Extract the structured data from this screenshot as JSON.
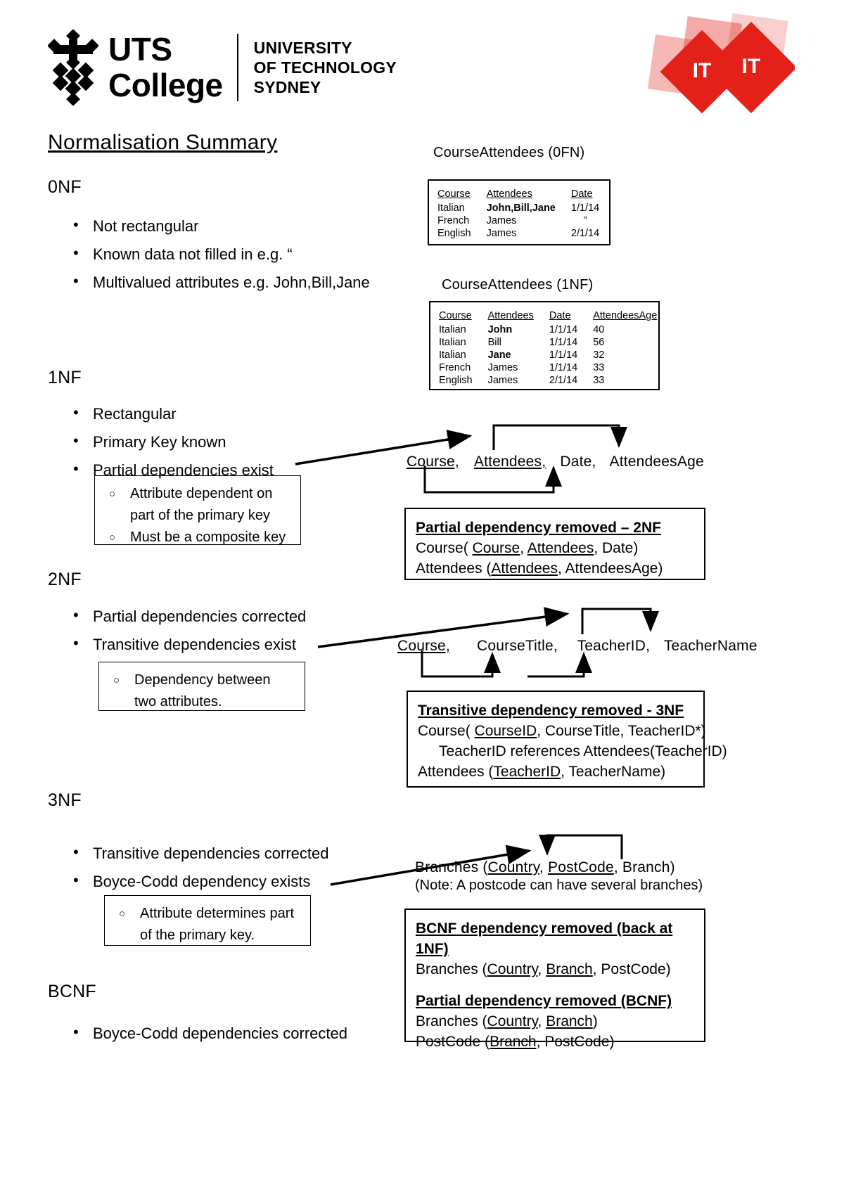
{
  "header": {
    "brand_line1": "UTS",
    "brand_line2": "College",
    "sub_line1": "UNIVERSITY",
    "sub_line2": "OF TECHNOLOGY",
    "sub_line3": "SYDNEY",
    "it_badge_1": "IT",
    "it_badge_2": "IT",
    "accent_color": "#E32119"
  },
  "doc": {
    "title": "Normalisation Summary"
  },
  "sections": {
    "nf0": {
      "label": "0NF",
      "bullets": [
        "Not rectangular",
        "Known data not filled in  e.g. “",
        "Multivalued attributes    e.g. John,Bill,Jane"
      ]
    },
    "nf1": {
      "label": "1NF",
      "bullets": [
        "Rectangular",
        "Primary Key known",
        "Partial dependencies exist"
      ],
      "subbullets": [
        "Attribute dependent on",
        "part of the primary key",
        "Must be a composite key"
      ]
    },
    "nf2": {
      "label": "2NF",
      "bullets": [
        "Partial dependencies corrected",
        "Transitive dependencies exist"
      ],
      "subbullets": [
        "Dependency between",
        "two attributes."
      ]
    },
    "nf3": {
      "label": "3NF",
      "bullets": [
        "Transitive dependencies corrected",
        "Boyce-Codd dependency exists"
      ],
      "subbullets": [
        "Attribute determines part",
        "of the primary key."
      ]
    },
    "bcnf": {
      "label": "BCNF",
      "bullets": [
        "Boyce-Codd dependencies corrected"
      ]
    }
  },
  "tables": {
    "t0nf": {
      "caption": "CourseAttendees  (0FN)",
      "columns": [
        "Course",
        "Attendees",
        "Date"
      ],
      "rows": [
        [
          "Italian",
          "John,Bill,Jane",
          "1/1/14"
        ],
        [
          "French",
          "James",
          "”"
        ],
        [
          "English",
          "James",
          "2/1/14"
        ]
      ]
    },
    "t1nf": {
      "caption": "CourseAttendees (1NF)",
      "columns": [
        "Course",
        "Attendees",
        "Date",
        "AttendeesAge"
      ],
      "rows": [
        [
          "Italian",
          "John",
          "1/1/14",
          "40"
        ],
        [
          "Italian",
          "Bill",
          "1/1/14",
          "56"
        ],
        [
          "Italian",
          "Jane",
          "1/1/14",
          "32"
        ],
        [
          "French",
          "James",
          "1/1/14",
          "33"
        ],
        [
          "English",
          "James",
          "2/1/14",
          "33"
        ]
      ]
    }
  },
  "dependency_rows": {
    "row1nf": {
      "a": "Course,",
      "b": "Attendees,",
      "c": "Date,",
      "d": "AttendeesAge"
    },
    "row2nf": {
      "a": "Course,",
      "b": "CourseTitle,",
      "c": "TeacherID,",
      "d": "TeacherName"
    },
    "row3nf": {
      "prefix": "Branches (",
      "a": "Country",
      "sep1": ", ",
      "b": "PostCode",
      "suffix": ", Branch)"
    },
    "note3nf": "(Note: A postcode can have several branches)"
  },
  "result_boxes": {
    "box2nf": {
      "heading": "Partial dependency removed – 2NF",
      "line1_pre": "Course( ",
      "line1_k1": "Course",
      "line1_mid": ", ",
      "line1_k2": "Attendees",
      "line1_post": ", Date)",
      "line2_pre": "Attendees (",
      "line2_k1": "Attendees",
      "line2_post": ", AttendeesAge)"
    },
    "box3nf": {
      "heading": "Transitive dependency removed - 3NF",
      "line1_pre": "Course( ",
      "line1_k1": "CourseID",
      "line1_post": ", CourseTitle, TeacherID*)",
      "line2": "TeacherID references Attendees(TeacherID)",
      "line3_pre": "Attendees (",
      "line3_k1": "TeacherID",
      "line3_post": ", TeacherName)"
    },
    "boxbcnf": {
      "heading1": "BCNF dependency removed (back at 1NF)",
      "l1_pre": "Branches (",
      "l1_k1": "Country",
      "l1_mid": ", ",
      "l1_k2": "Branch",
      "l1_post": ", PostCode)",
      "heading2": "Partial dependency removed (BCNF)",
      "l2_pre": "Branches (",
      "l2_k1": "Country",
      "l2_mid": ", ",
      "l2_k2": "Branch",
      "l2_post": ")",
      "l3_pre": "PostCode (",
      "l3_k1": "Branch",
      "l3_post": ", PostCode)"
    }
  }
}
